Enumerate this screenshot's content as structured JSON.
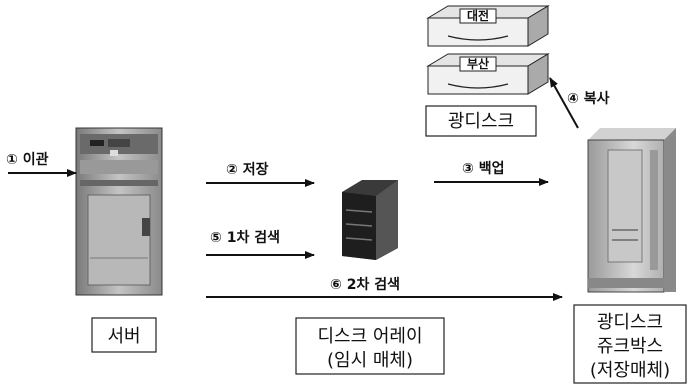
{
  "diagram": {
    "steps": {
      "transfer": "① 이관",
      "store": "② 저장",
      "backup": "③ 백업",
      "copy": "④ 복사",
      "search1": "⑤ 1차 검색",
      "search2": "⑥ 2차 검색"
    },
    "nodes": {
      "server": "서버",
      "disk_array_line1": "디스크 어레이",
      "disk_array_line2": "(임시 매체)",
      "jukebox_line1": "광디스크",
      "jukebox_line2": "쥬크박스",
      "jukebox_line3": "(저장매체)",
      "optical_disk": "광디스크",
      "disk_primary": "대전",
      "disk_secondary": "부산"
    }
  }
}
